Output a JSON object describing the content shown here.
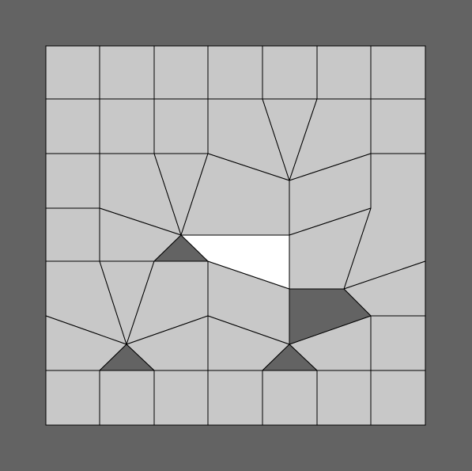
{
  "colors": {
    "background": "#636363",
    "cell_fill": "#c8c8c8",
    "dark_fill": "#636363",
    "highlight_fill": "#ffffff",
    "edge_stroke": "#000000"
  },
  "board": {
    "tiles": [
      {
        "state": "empty"
      },
      {
        "state": "empty"
      },
      {
        "state": "empty"
      },
      {
        "state": "empty"
      },
      {
        "state": "empty"
      },
      {
        "state": "empty"
      },
      {
        "state": "empty"
      },
      {
        "state": "empty"
      },
      {
        "state": "empty"
      },
      {
        "state": "empty"
      },
      {
        "state": "empty"
      },
      {
        "state": "empty"
      },
      {
        "state": "empty"
      },
      {
        "state": "empty"
      },
      {
        "state": "empty"
      },
      {
        "state": "empty"
      },
      {
        "state": "empty"
      },
      {
        "state": "empty"
      },
      {
        "state": "empty"
      },
      {
        "state": "empty"
      },
      {
        "state": "empty"
      },
      {
        "state": "empty"
      },
      {
        "state": "empty"
      },
      {
        "state": "empty"
      },
      {
        "state": "empty"
      },
      {
        "state": "empty"
      },
      {
        "state": "empty"
      },
      {
        "state": "empty"
      },
      {
        "state": "empty"
      },
      {
        "state": "empty"
      },
      {
        "state": "empty"
      },
      {
        "state": "empty"
      },
      {
        "state": "empty"
      },
      {
        "state": "empty"
      },
      {
        "state": "empty"
      },
      {
        "state": "empty"
      },
      {
        "state": "empty"
      },
      {
        "state": "empty"
      },
      {
        "state": "empty"
      },
      {
        "state": "empty"
      },
      {
        "state": "empty"
      },
      {
        "state": "empty"
      },
      {
        "state": "empty"
      },
      {
        "state": "empty"
      },
      {
        "state": "empty"
      },
      {
        "state": "empty"
      },
      {
        "state": "empty"
      },
      {
        "state": "empty"
      },
      {
        "state": "empty"
      },
      {
        "state": "empty"
      },
      {
        "state": "empty"
      },
      {
        "state": "empty"
      },
      {
        "state": "empty"
      },
      {
        "state": "empty"
      },
      {
        "state": "empty"
      },
      {
        "state": "dark"
      },
      {
        "state": "dark"
      },
      {
        "state": "dark"
      },
      {
        "state": "dark"
      },
      {
        "state": "highlighted"
      }
    ]
  }
}
